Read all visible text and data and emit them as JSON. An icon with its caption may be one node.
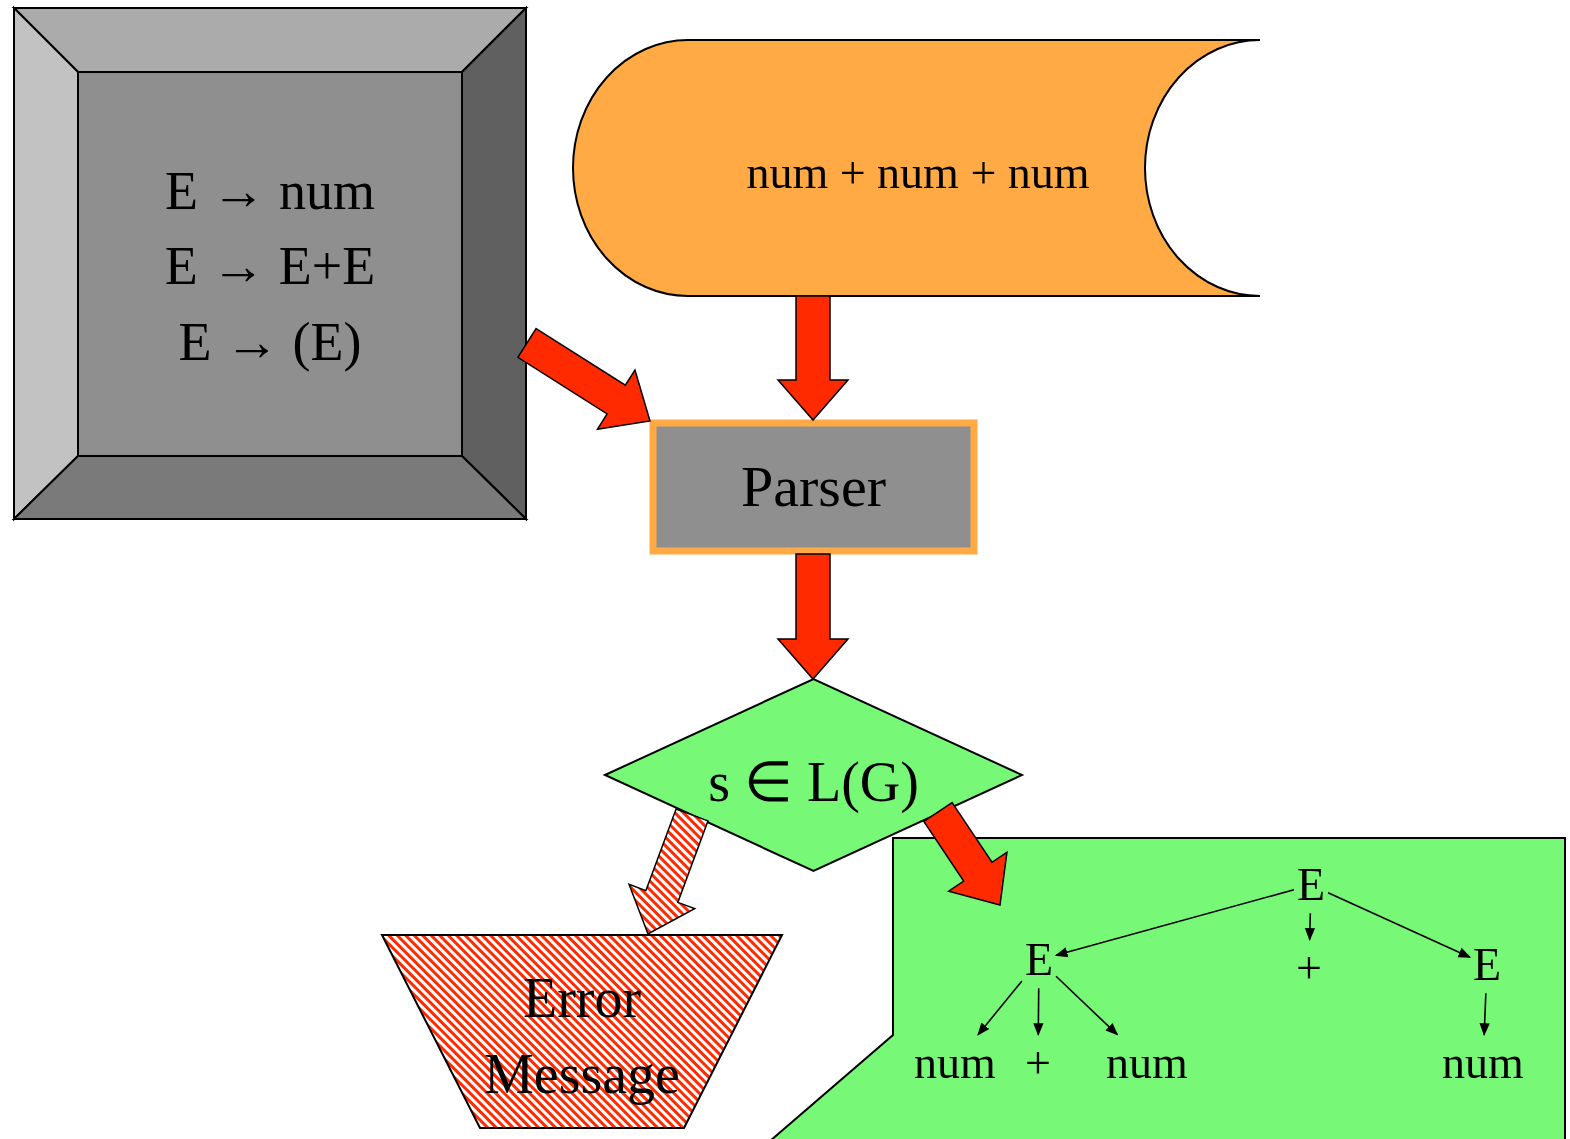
{
  "diagram": {
    "nodes": [
      {
        "text": [
          "E → num",
          "E → E+E",
          "E → (E)"
        ]
      },
      {
        "text": [
          "num + num + num"
        ]
      },
      {
        "text": [
          "Parser"
        ]
      },
      {
        "text": [
          "s ∈ L(G)"
        ]
      },
      {
        "text": [
          "Error Message"
        ]
      },
      {
        "text": [],
        "shape": "box"
      },
      {
        "text": [
          "E"
        ],
        "in": 5
      },
      {
        "text": [
          "E"
        ],
        "in": 5
      },
      {
        "text": [
          "+"
        ],
        "in": 5
      },
      {
        "text": [
          "E"
        ],
        "in": 5
      },
      {
        "text": [
          "num"
        ],
        "in": 5
      },
      {
        "text": [
          "+"
        ],
        "in": 5
      },
      {
        "text": [
          "num"
        ],
        "in": 5
      },
      {
        "text": [
          "num"
        ],
        "in": 5
      }
    ],
    "edges": [
      {
        "from": 0,
        "to": 2,
        "arrow": "to",
        "style": "thick",
        "color": "#ff2a00"
      },
      {
        "from": 1,
        "to": 2,
        "arrow": "to",
        "style": "thick",
        "color": "#ff2a00"
      },
      {
        "from": 2,
        "to": 3,
        "arrow": "to",
        "style": "thick",
        "color": "#ff2a00"
      },
      {
        "from": 3,
        "to": 4,
        "arrow": "to",
        "style": "dashed",
        "color": "#ff2a00"
      },
      {
        "from": 3,
        "to": 5,
        "arrow": "to",
        "style": "thick",
        "color": "#ff2a00"
      },
      {
        "from": 6,
        "to": 7,
        "arrow": "to"
      },
      {
        "from": 6,
        "to": 8,
        "arrow": "to"
      },
      {
        "from": 6,
        "to": 9,
        "arrow": "to"
      },
      {
        "from": 7,
        "to": 10,
        "arrow": "to"
      },
      {
        "from": 7,
        "to": 11,
        "arrow": "to"
      },
      {
        "from": 7,
        "to": 12,
        "arrow": "to"
      },
      {
        "from": 9,
        "to": 13,
        "arrow": "to"
      }
    ]
  }
}
